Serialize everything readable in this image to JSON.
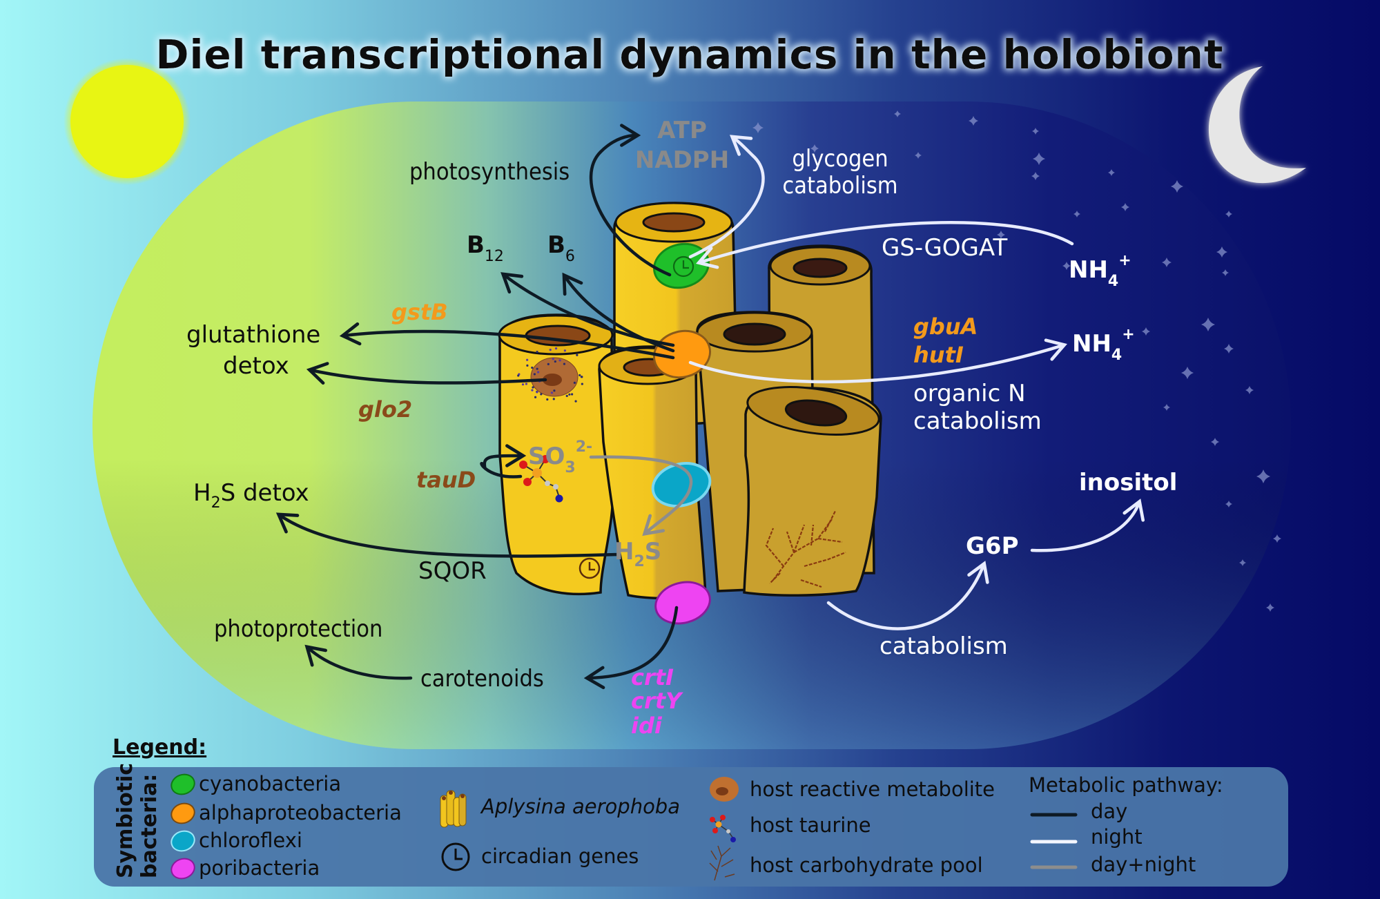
{
  "title": "Diel transcriptional dynamics in the holobiont",
  "colors": {
    "day_sky": "#9ef2f5",
    "night_sky": "#06096b",
    "sun": "#e8f513",
    "moon": "#e6e6e6",
    "sponge": "#f2c51e",
    "sponge_shadow": "#d6a92a",
    "cyanobacteria": "#1fbf2a",
    "alphaproteobacteria": "#ff9a10",
    "chloroflexi": "#0aa6c8",
    "poribacteria": "#ee44f2",
    "gene_orange": "#f39a1c",
    "gene_brown": "#8a4a1a",
    "gene_magenta": "#ee44f2",
    "day_arrow": "#0e1a24",
    "night_arrow": "#e8ecff",
    "both_arrow": "#8d8d8d"
  },
  "diagram": {
    "photosynthesis": "photosynthesis",
    "atp": "ATP",
    "nadph": "NADPH",
    "glycogen_catabolism": [
      "glycogen",
      "catabolism"
    ],
    "b12": {
      "base": "B",
      "sub": "12"
    },
    "b6": {
      "base": "B",
      "sub": "6"
    },
    "gs_gogat": "GS-GOGAT",
    "nh4_top": {
      "base": "NH",
      "sub": "4",
      "sup": "+"
    },
    "nh4_mid": {
      "base": "NH",
      "sub": "4",
      "sup": "+"
    },
    "gstB": "gstB",
    "glutathione_detox": [
      "glutathione",
      "detox"
    ],
    "glo2": "glo2",
    "gbuA": "gbuA",
    "hutI": "hutI",
    "organic_n_catabolism": [
      "organic N",
      "catabolism"
    ],
    "so3": {
      "base": "SO",
      "sub": "3",
      "sup": "2-"
    },
    "tauD": "tauD",
    "h2s_detox": {
      "base": "H",
      "sub": "2",
      "rest": "S detox"
    },
    "h2s": {
      "base": "H",
      "sub": "2",
      "rest": "S"
    },
    "sqor": "SQOR",
    "inositol": "inositol",
    "g6p": "G6P",
    "catabolism": "catabolism",
    "photoprotection": "photoprotection",
    "carotenoids": "carotenoids",
    "crt_genes": [
      "crtI",
      "crtY",
      "idi"
    ]
  },
  "legend": {
    "heading": "Legend:",
    "symbiotic_label": [
      "Symbiotic",
      "bacteria:"
    ],
    "bacteria": [
      {
        "name": "cyanobacteria",
        "color": "#1fbf2a"
      },
      {
        "name": "alphaproteobacteria",
        "color": "#ff9a10"
      },
      {
        "name": "chloroflexi",
        "color": "#0aa6c8"
      },
      {
        "name": "poribacteria",
        "color": "#ee44f2"
      }
    ],
    "sponge": "Aplysina aerophoba",
    "circadian": "circadian genes",
    "host_reactive": "host reactive metabolite",
    "host_taurine": "host taurine",
    "host_carbohydrate": "host carbohydrate pool",
    "pathway_title": "Metabolic pathway:",
    "pathways": [
      {
        "name": "day",
        "color": "#0e1a24"
      },
      {
        "name": "night",
        "color": "#f4f6ff"
      },
      {
        "name": "day+night",
        "color": "#8d8d8d"
      }
    ]
  }
}
